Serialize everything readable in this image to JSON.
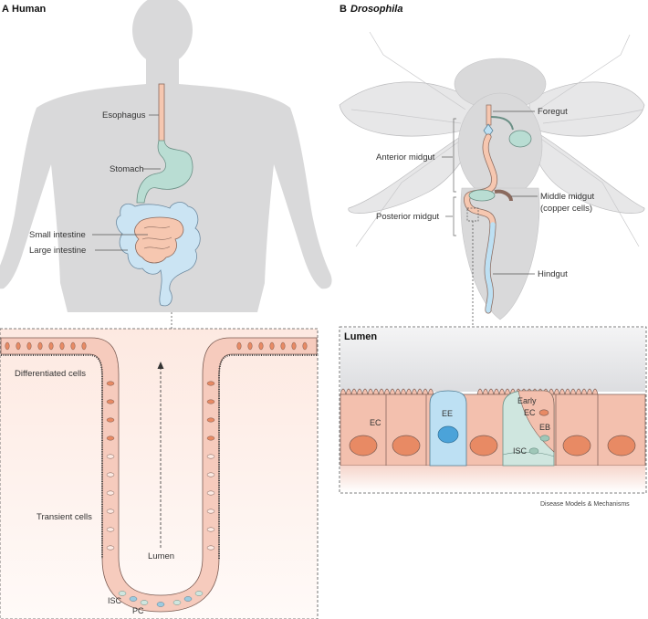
{
  "panel_a": {
    "letter": "A",
    "title": "Human",
    "organs": {
      "esophagus": "Esophagus",
      "stomach": "Stomach",
      "small_intestine": "Small intestine",
      "large_intestine": "Large intestine"
    },
    "crypt": {
      "differentiated": "Differentiated cells",
      "transient": "Transient cells",
      "lumen": "Lumen",
      "isc": "ISC",
      "pc": "PC"
    }
  },
  "panel_b": {
    "letter": "B",
    "title": "Drosophila",
    "regions": {
      "foregut": "Foregut",
      "anterior_midgut": "Anterior midgut",
      "middle_midgut_1": "Middle midgut",
      "middle_midgut_2": "(copper cells)",
      "posterior_midgut": "Posterior midgut",
      "hindgut": "Hindgut"
    },
    "epithelium": {
      "lumen": "Lumen",
      "ec": "EC",
      "ee": "EE",
      "early_1": "Early",
      "early_2": "EC",
      "eb": "EB",
      "isc": "ISC"
    }
  },
  "credit": "Disease Models & Mechanisms",
  "colors": {
    "silhouette": "#d9d9da",
    "gut_orange": "#f6c7b0",
    "stomach_teal": "#b9ddd3",
    "large_intestine_blue": "#cbe4f3",
    "cell_pink": "#f3c0ae",
    "nucleus": "#e88a64",
    "ee_blue": "#bde0f3",
    "stem_teal": "#cfe6df"
  }
}
